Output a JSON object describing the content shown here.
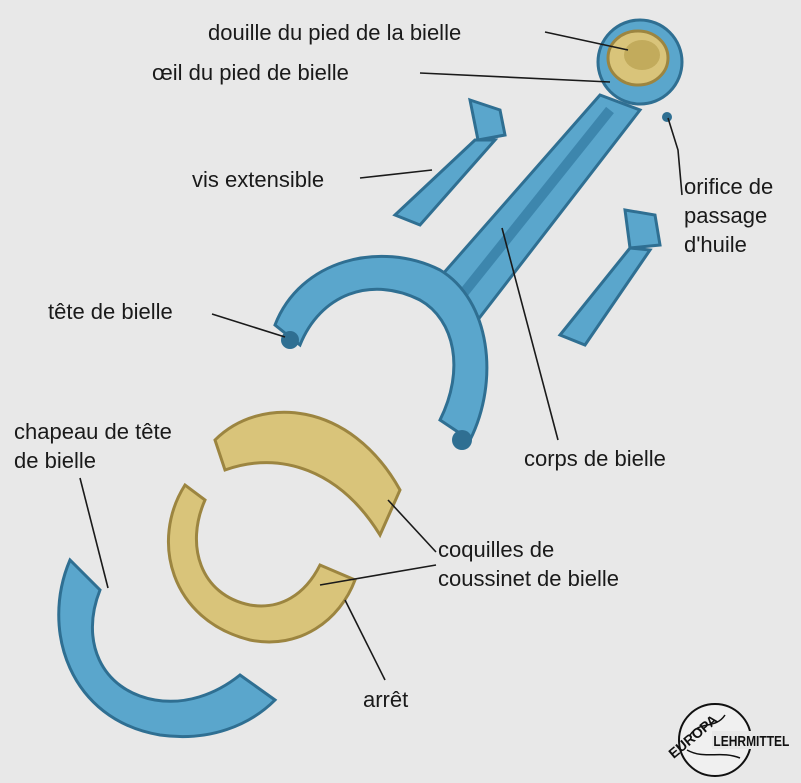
{
  "labels": {
    "small_end_bushing": "douille du pied de la bielle",
    "small_end_eye": "œil du pied de bielle",
    "stretch_bolt": "vis extensible",
    "oil_hole_1": "orifice de",
    "oil_hole_2": "passage",
    "oil_hole_3": "d'huile",
    "big_end": "tête de bielle",
    "cap_1": "chapeau de tête",
    "cap_2": "de bielle",
    "shank": "corps de bielle",
    "shells_1": "coquilles de",
    "shells_2": "coussinet de bielle",
    "lock": "arrêt"
  },
  "logo": {
    "top": "EUROPA",
    "bottom": "LEHRMITTEL"
  },
  "colors": {
    "steel": "#5aa6cc",
    "steel_dark": "#2f6f92",
    "bronze": "#d9c47a",
    "bronze_dark": "#9c8540",
    "background": "#e8e8e8"
  }
}
